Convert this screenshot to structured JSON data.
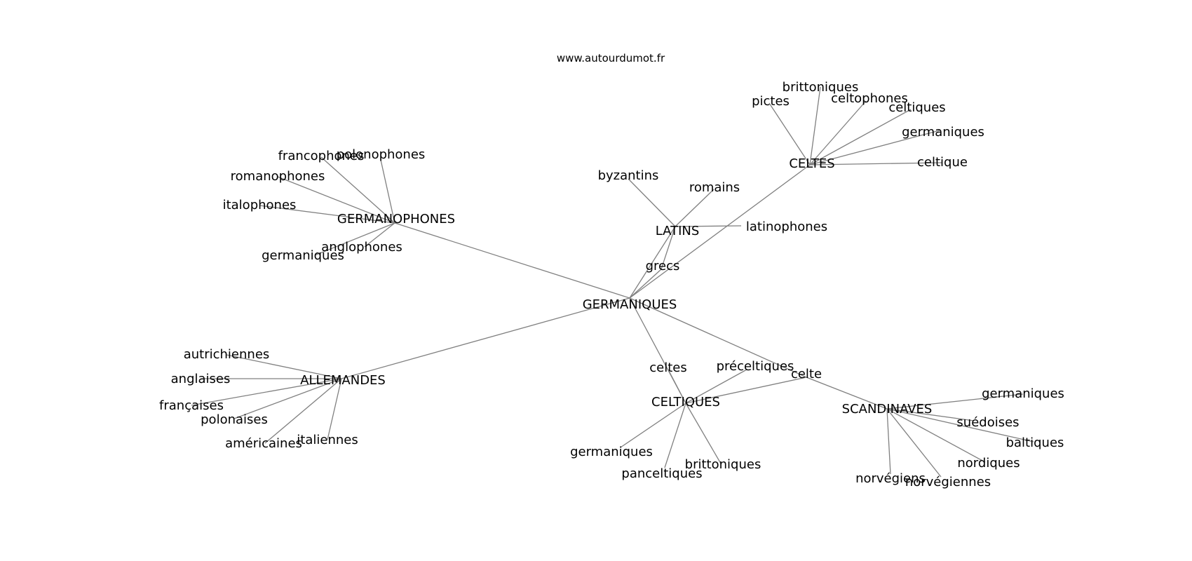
{
  "watermark": "www.autourdumot.fr",
  "colors": {
    "edge": "#808080",
    "text": "#000000",
    "background": "#ffffff"
  },
  "nodes": {
    "germaniques_center": "GERMANIQUES",
    "germanophones": "GERMANOPHONES",
    "allemandes": "ALLEMANDES",
    "latins": "LATINS",
    "celtes_hub": "CELTES",
    "celtiques_hub": "CELTIQUES",
    "scandinaves": "SCANDINAVES",
    "celte": "celte",
    "grecs": "grecs",
    "celtes_leaf": "celtes",
    "francophones": "francophones",
    "polonophones": "polonophones",
    "romanophones": "romanophones",
    "italophones": "italophones",
    "anglophones": "anglophones",
    "germaniques_gph": "germaniques",
    "autrichiennes": "autrichiennes",
    "anglaises": "anglaises",
    "francaises": "françaises",
    "polonaises": "polonaises",
    "americaines": "américaines",
    "italiennes": "italiennes",
    "byzantins": "byzantins",
    "romains": "romains",
    "latinophones": "latinophones",
    "brittoniques_celtes": "brittoniques",
    "pictes": "pictes",
    "celtophones": "celtophones",
    "celtiques_leaf": "celtiques",
    "germaniques_celtes": "germaniques",
    "celtique": "celtique",
    "preceltiques": "préceltiques",
    "germaniques_celtiques": "germaniques",
    "panceltiques": "panceltiques",
    "brittoniques_celtiques": "brittoniques",
    "germaniques_scand": "germaniques",
    "suedoises": "suédoises",
    "baltiques": "baltiques",
    "nordiques": "nordiques",
    "norvegiens": "norvégiens",
    "norvegiennes": "norvégiennes"
  },
  "edges": [
    [
      "germaniques_center",
      "germanophones"
    ],
    [
      "germaniques_center",
      "allemandes"
    ],
    [
      "germaniques_center",
      "latins"
    ],
    [
      "germaniques_center",
      "celtes_hub"
    ],
    [
      "germaniques_center",
      "grecs"
    ],
    [
      "germaniques_center",
      "celtiques_hub"
    ],
    [
      "germaniques_center",
      "celte"
    ],
    [
      "germanophones",
      "francophones"
    ],
    [
      "germanophones",
      "polonophones"
    ],
    [
      "germanophones",
      "romanophones"
    ],
    [
      "germanophones",
      "italophones"
    ],
    [
      "germanophones",
      "anglophones"
    ],
    [
      "germanophones",
      "germaniques_gph"
    ],
    [
      "allemandes",
      "autrichiennes"
    ],
    [
      "allemandes",
      "anglaises"
    ],
    [
      "allemandes",
      "francaises"
    ],
    [
      "allemandes",
      "polonaises"
    ],
    [
      "allemandes",
      "americaines"
    ],
    [
      "allemandes",
      "italiennes"
    ],
    [
      "latins",
      "byzantins"
    ],
    [
      "latins",
      "romains"
    ],
    [
      "latins",
      "latinophones"
    ],
    [
      "latins",
      "grecs"
    ],
    [
      "celtes_hub",
      "brittoniques_celtes"
    ],
    [
      "celtes_hub",
      "pictes"
    ],
    [
      "celtes_hub",
      "celtophones"
    ],
    [
      "celtes_hub",
      "celtiques_leaf"
    ],
    [
      "celtes_hub",
      "germaniques_celtes"
    ],
    [
      "celtes_hub",
      "celtique"
    ],
    [
      "celtiques_hub",
      "celtes_leaf"
    ],
    [
      "celtiques_hub",
      "preceltiques"
    ],
    [
      "celtiques_hub",
      "celte"
    ],
    [
      "celtiques_hub",
      "germaniques_celtiques"
    ],
    [
      "celtiques_hub",
      "panceltiques"
    ],
    [
      "celtiques_hub",
      "brittoniques_celtiques"
    ],
    [
      "celte",
      "scandinaves"
    ],
    [
      "scandinaves",
      "germaniques_scand"
    ],
    [
      "scandinaves",
      "suedoises"
    ],
    [
      "scandinaves",
      "baltiques"
    ],
    [
      "scandinaves",
      "nordiques"
    ],
    [
      "scandinaves",
      "norvegiens"
    ],
    [
      "scandinaves",
      "norvegiennes"
    ]
  ]
}
